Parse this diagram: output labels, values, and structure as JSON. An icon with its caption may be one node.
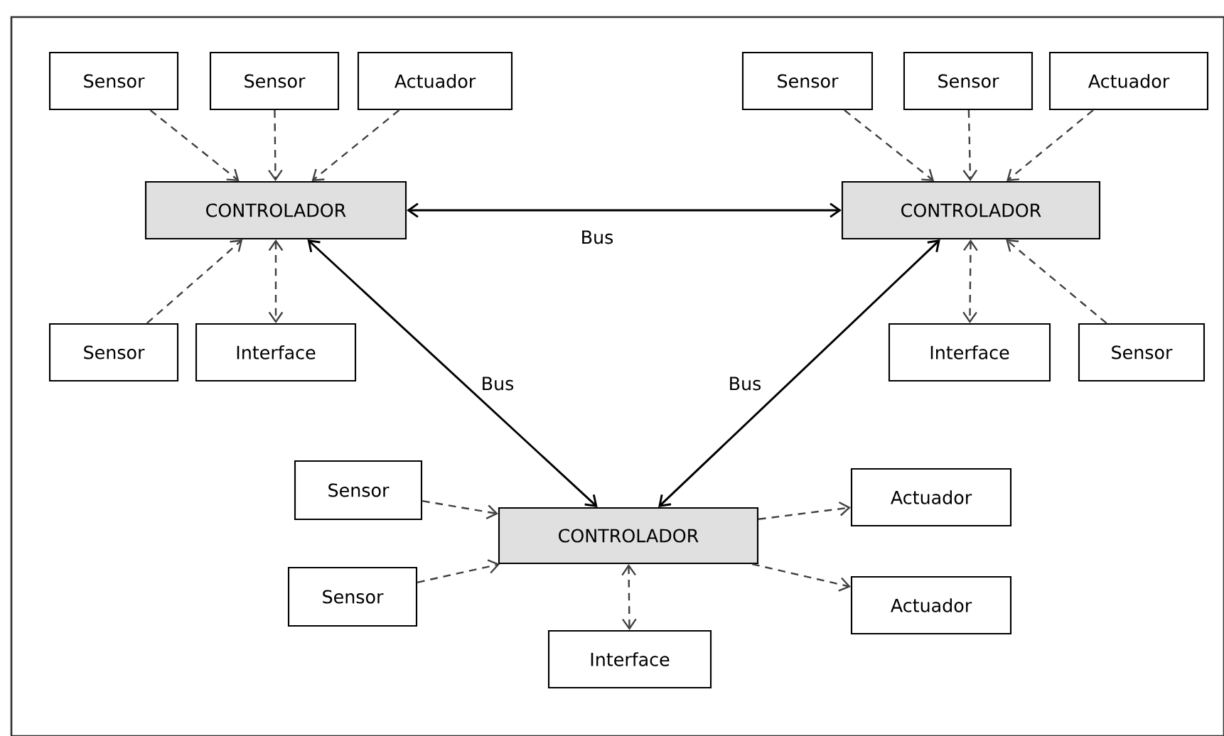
{
  "diagram": {
    "nodes": [
      {
        "text": [
          "Sensor"
        ]
      },
      {
        "text": [
          "Sensor"
        ]
      },
      {
        "text": [
          "Actuador"
        ]
      },
      {
        "text": [
          "CONTROLADOR"
        ]
      },
      {
        "text": [
          "Sensor"
        ]
      },
      {
        "text": [
          "Interface"
        ]
      },
      {
        "text": [
          "Sensor"
        ]
      },
      {
        "text": [
          "Sensor"
        ]
      },
      {
        "text": [
          "Actuador"
        ]
      },
      {
        "text": [
          "CONTROLADOR"
        ]
      },
      {
        "text": [
          "Interface"
        ]
      },
      {
        "text": [
          "Sensor"
        ]
      },
      {
        "text": [
          "Sensor"
        ]
      },
      {
        "text": [
          "Sensor"
        ]
      },
      {
        "text": [
          "CONTROLADOR"
        ]
      },
      {
        "text": [
          "Interface"
        ]
      },
      {
        "text": [
          "Actuador"
        ]
      },
      {
        "text": [
          "Actuador"
        ]
      }
    ],
    "edges": [
      {
        "from": 0,
        "to": 3,
        "arrow": "to",
        "style": "dashed"
      },
      {
        "from": 1,
        "to": 3,
        "arrow": "to",
        "style": "dashed"
      },
      {
        "from": 2,
        "to": 3,
        "arrow": "to",
        "style": "dashed"
      },
      {
        "from": 4,
        "to": 3,
        "arrow": "to",
        "style": "dashed"
      },
      {
        "from": 3,
        "to": 5,
        "arrow": "both",
        "style": "dashed"
      },
      {
        "from": 3,
        "to": 9,
        "arrow": "both",
        "label": "Bus"
      },
      {
        "from": 3,
        "to": 14,
        "arrow": "both",
        "label": "Bus"
      },
      {
        "from": 9,
        "to": 14,
        "arrow": "both",
        "label": "Bus"
      },
      {
        "from": 6,
        "to": 9,
        "arrow": "to",
        "style": "dashed"
      },
      {
        "from": 7,
        "to": 9,
        "arrow": "to",
        "style": "dashed"
      },
      {
        "from": 8,
        "to": 9,
        "arrow": "to",
        "style": "dashed"
      },
      {
        "from": 11,
        "to": 9,
        "arrow": "to",
        "style": "dashed"
      },
      {
        "from": 9,
        "to": 10,
        "arrow": "both",
        "style": "dashed"
      },
      {
        "from": 12,
        "to": 14,
        "arrow": "to",
        "style": "dashed"
      },
      {
        "from": 13,
        "to": 14,
        "arrow": "to",
        "style": "dashed"
      },
      {
        "from": 14,
        "to": 15,
        "arrow": "both",
        "style": "dashed"
      },
      {
        "from": 14,
        "to": 16,
        "arrow": "to",
        "style": "dashed"
      },
      {
        "from": 14,
        "to": 17,
        "arrow": "to",
        "style": "dashed"
      }
    ]
  }
}
